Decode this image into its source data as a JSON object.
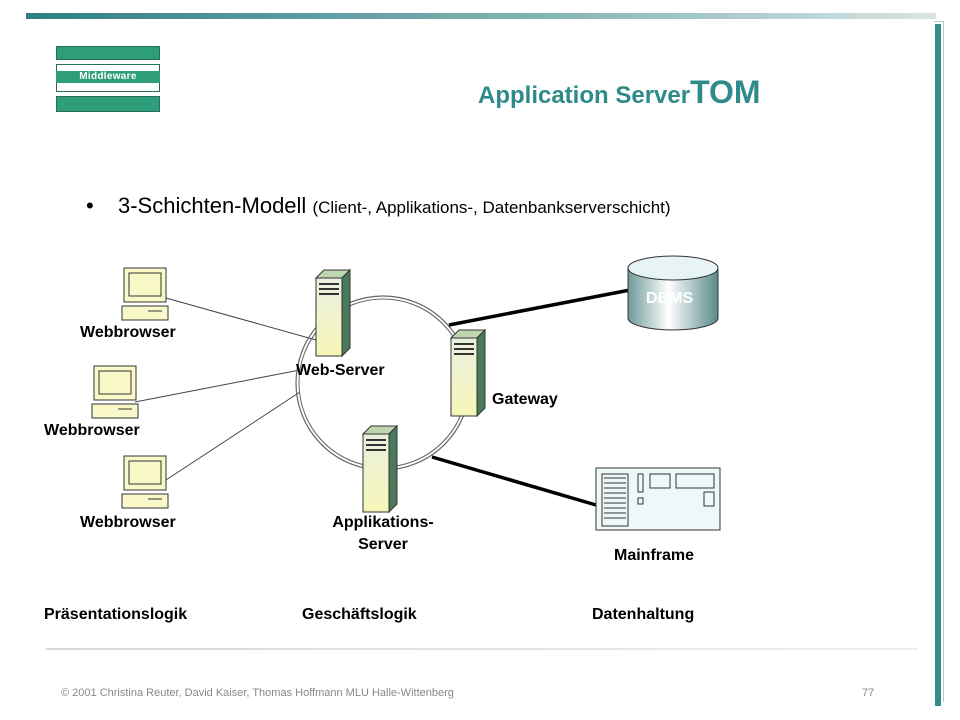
{
  "slide": {
    "logo_text": "Middleware",
    "title_main": "Application Server",
    "title_arrow": "",
    "title_tom": "TOM",
    "bullet_main": "3-Schichten-Modell",
    "bullet_paren": "(Client-, Applikations-, Datenbankserverschicht)"
  },
  "diagram": {
    "webbrowser_1": "Webbrowser",
    "webbrowser_2": "Webbrowser",
    "webbrowser_3": "Webbrowser",
    "web_server": "Web-Server",
    "gateway": "Gateway",
    "app_server_line1": "Applikations-",
    "app_server_line2": "Server",
    "dbms": "DBMS",
    "mainframe": "Mainframe",
    "layer_presentation": "Präsentationslogik",
    "layer_business": "Geschäftslogik",
    "layer_data": "Datenhaltung"
  },
  "footer": {
    "credits": "© 2001 Christina Reuter, David Kaiser, Thomas Hoffmann MLU Halle-Wittenberg",
    "page": "77"
  },
  "colors": {
    "accent": "#2f8a8a",
    "logo_green": "#2e9e7a",
    "server_fill": "#f2f2c0"
  }
}
